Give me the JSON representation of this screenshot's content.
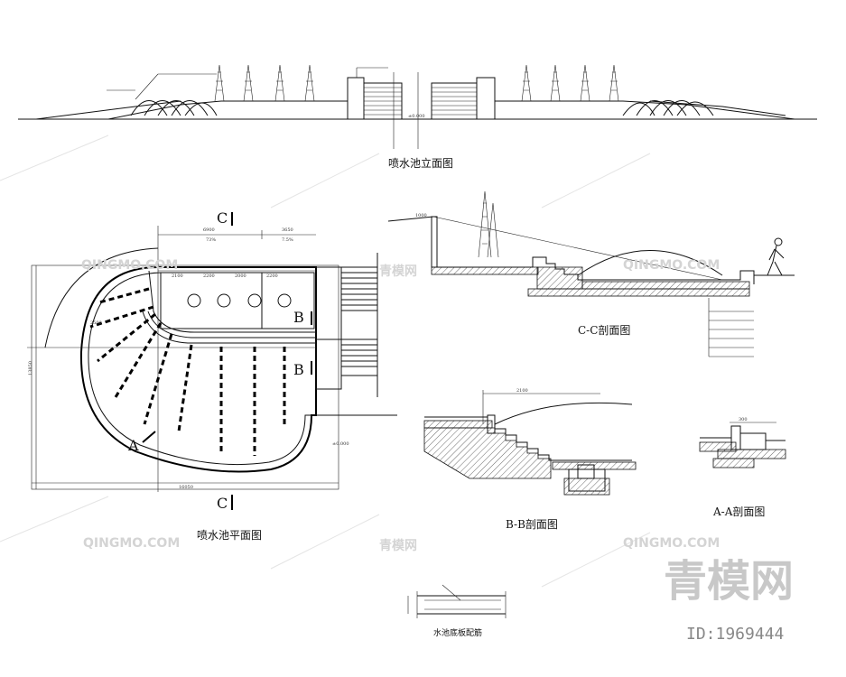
{
  "titles": {
    "elevation": "喷水池立面图",
    "plan": "喷水池平面图",
    "cc": "C-C剖面图",
    "bb": "B-B剖面图",
    "aa": "A-A剖面图",
    "detail": "水池底板配筋"
  },
  "section_marks": {
    "c": "C",
    "b": "B",
    "a": "A"
  },
  "dims": {
    "d6900": "6900",
    "d3650": "3650",
    "p73": "73%",
    "p75": "7.5%",
    "d2100": "2100",
    "d2200a": "2200",
    "d2000": "2000",
    "d2200b": "2200",
    "d2500": "2500",
    "d13850": "13850",
    "d16050": "16050",
    "e0000": "±0.000",
    "e_elev": "±0.000",
    "d1000": "1000",
    "d_bb": "2100",
    "d_aa": "300"
  },
  "watermark": {
    "cn": "青模网",
    "en": "QINGMO.COM",
    "id": "ID:1969444"
  },
  "colors": {
    "line": "#111111",
    "hatch": "#555555",
    "watermark": "#d0d0d0"
  }
}
